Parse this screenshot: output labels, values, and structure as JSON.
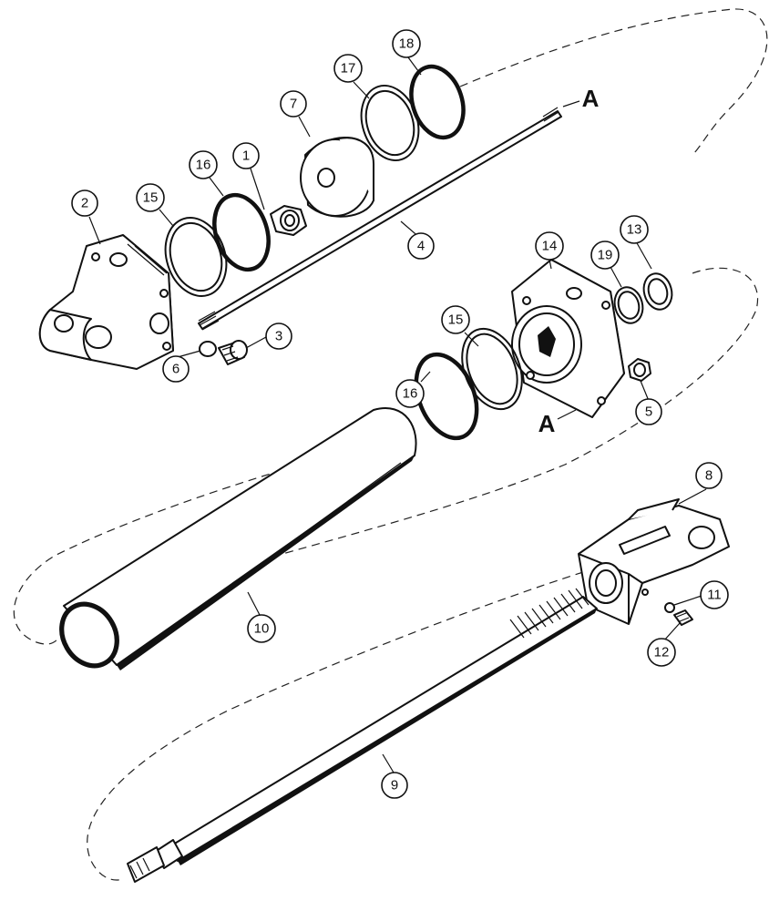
{
  "callouts": [
    {
      "id": "1",
      "text": "1"
    },
    {
      "id": "2",
      "text": "2"
    },
    {
      "id": "3",
      "text": "3"
    },
    {
      "id": "4",
      "text": "4"
    },
    {
      "id": "5",
      "text": "5"
    },
    {
      "id": "6",
      "text": "6"
    },
    {
      "id": "7",
      "text": "7"
    },
    {
      "id": "8",
      "text": "8"
    },
    {
      "id": "9",
      "text": "9"
    },
    {
      "id": "10",
      "text": "10"
    },
    {
      "id": "11",
      "text": "11"
    },
    {
      "id": "12",
      "text": "12"
    },
    {
      "id": "13",
      "text": "13"
    },
    {
      "id": "14",
      "text": "14"
    },
    {
      "id": "15a",
      "text": "15"
    },
    {
      "id": "15b",
      "text": "15"
    },
    {
      "id": "16a",
      "text": "16"
    },
    {
      "id": "16b",
      "text": "16"
    },
    {
      "id": "17",
      "text": "17"
    },
    {
      "id": "18",
      "text": "18"
    },
    {
      "id": "19",
      "text": "19"
    }
  ],
  "reference_marks": {
    "top": "A",
    "mid": "A"
  }
}
